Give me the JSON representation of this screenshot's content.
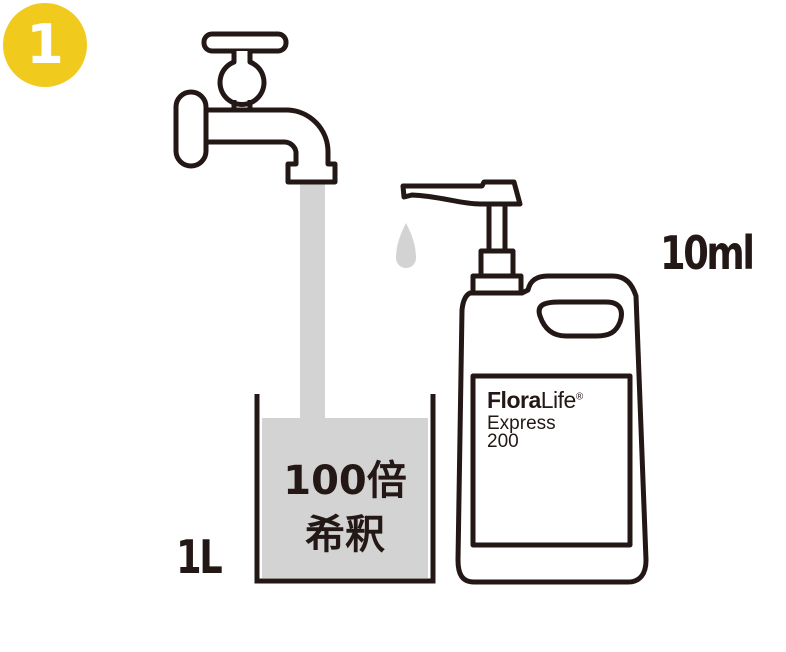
{
  "step_number": "1",
  "ratio_line1": "100倍",
  "ratio_line2": "希釈",
  "water_volume": "1L",
  "product_volume": "10ml",
  "product_label": {
    "brand_bold": "Flora",
    "brand_light": "Life",
    "registered": "®",
    "name": "Express",
    "model": "200"
  },
  "colors": {
    "badge": "#F0CB1E",
    "water": "#D3D3D3",
    "outline": "#231815"
  }
}
